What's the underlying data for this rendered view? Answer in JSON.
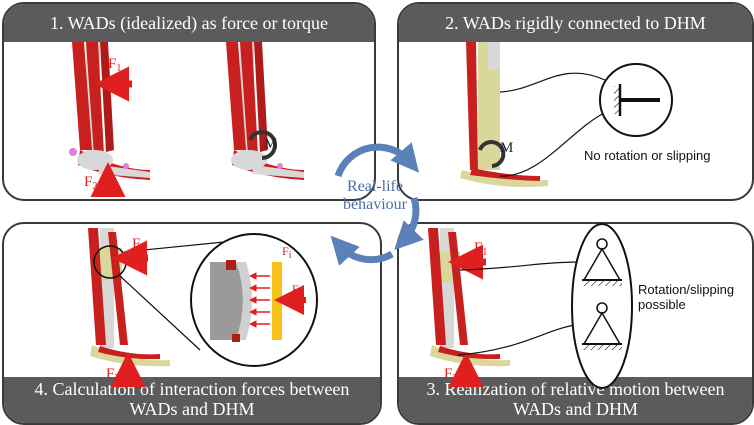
{
  "panels": {
    "p1": {
      "title": "1. WADs (idealized) as force or torque",
      "f1": "F",
      "f1_sub": "1",
      "f2": "F",
      "f2_sub": "2",
      "m": "M"
    },
    "p2": {
      "title": "2. WADs rigidly connected to DHM",
      "m": "M",
      "note": "No rotation or slipping"
    },
    "p3": {
      "title_line1": "3. Realization of relative motion between",
      "title_line2": "WADs and DHM",
      "f1": "F",
      "f1_sub": "1",
      "f2": "F",
      "f2_sub": "2",
      "note_line1": "Rotation/slipping",
      "note_line2": "possible"
    },
    "p4": {
      "title_line1": "4. Calculation of interaction forces between",
      "title_line2": "WADs and DHM",
      "f1": "F",
      "f1_sub": "1",
      "f2": "F",
      "f2_sub": "2",
      "fi": "F",
      "fi_sub": "i",
      "f1_zoom": "F",
      "f1_zoom_sub": "1"
    }
  },
  "center": {
    "line1": "Real-life",
    "line2": "behaviour"
  },
  "colors": {
    "muscle": "#c8201e",
    "bone": "#d8d8d8",
    "device": "#d9d79a",
    "arrow": "#e02020",
    "cycle": "#5a82b8",
    "header": "#5b5b5b",
    "yellow_bar": "#f7c21a"
  }
}
